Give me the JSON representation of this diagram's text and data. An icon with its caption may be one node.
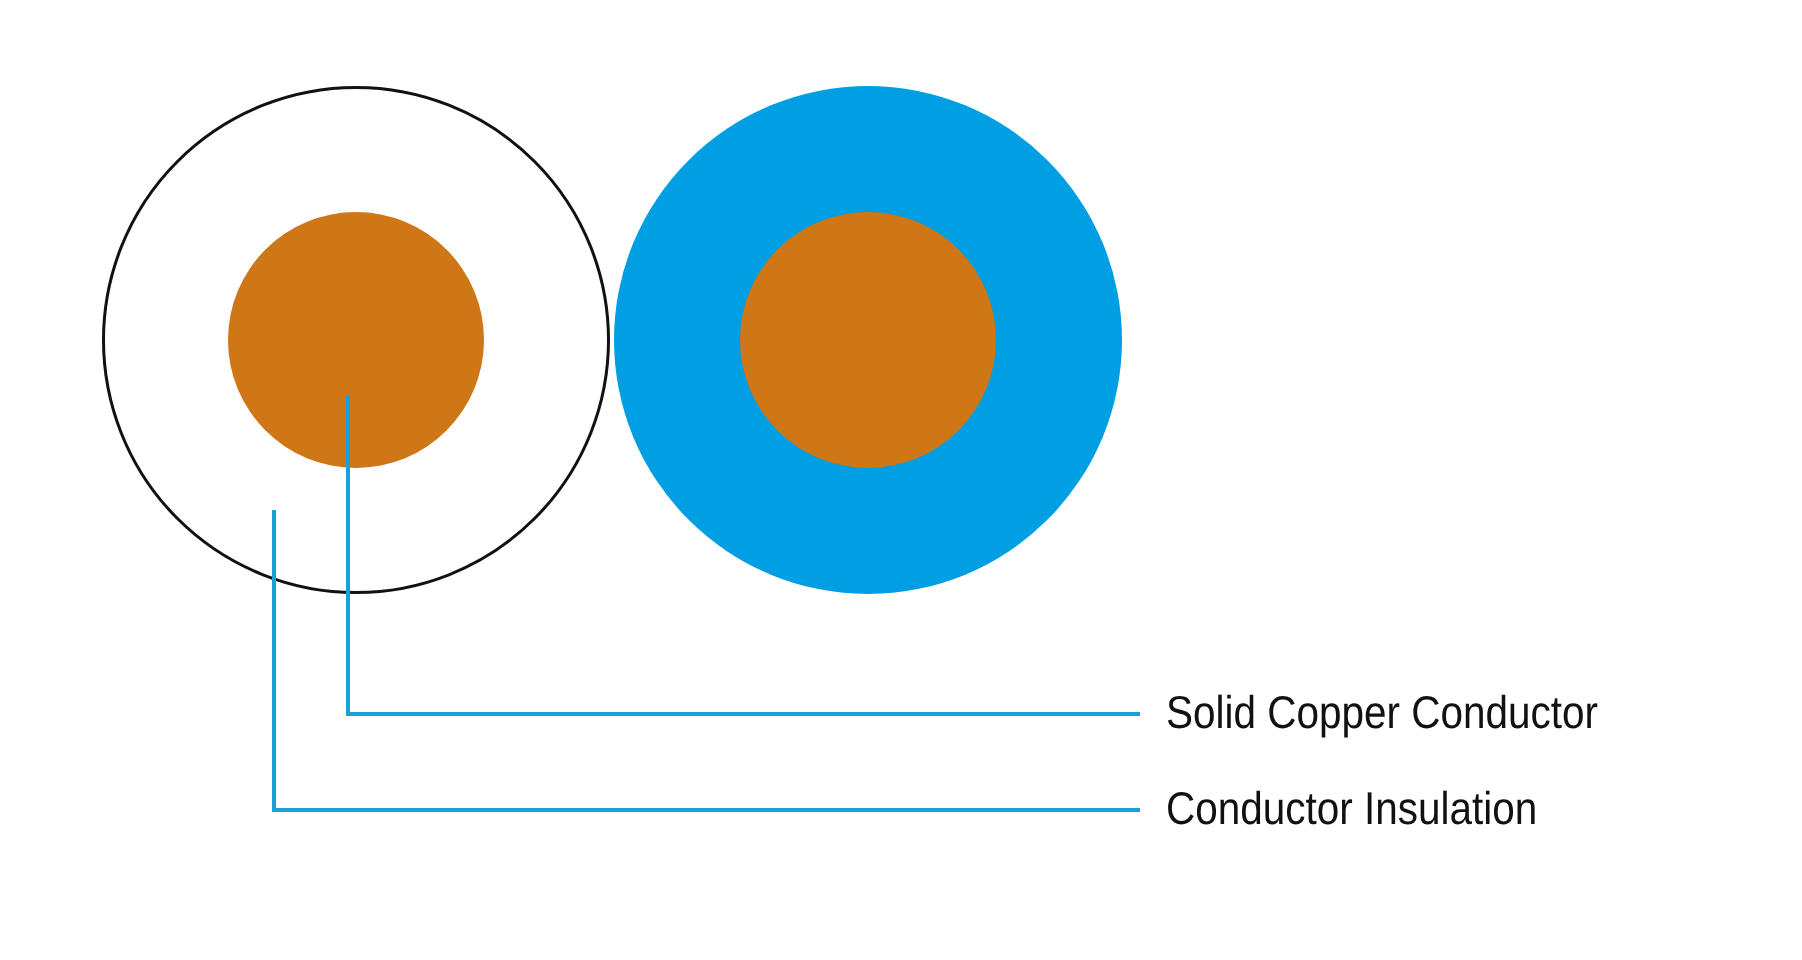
{
  "diagram": {
    "nodes": [
      {
        "text": [],
        "shape": "circle"
      },
      {
        "text": [],
        "shape": "circle",
        "in": 0
      },
      {
        "text": [
          "Solid Copper Conductor"
        ]
      },
      {
        "text": [
          "Conductor Insulation"
        ]
      }
    ],
    "edges": [
      {
        "from": 2,
        "to": 1,
        "arrow": "none"
      },
      {
        "from": 3,
        "to": 0,
        "arrow": "none"
      }
    ]
  }
}
